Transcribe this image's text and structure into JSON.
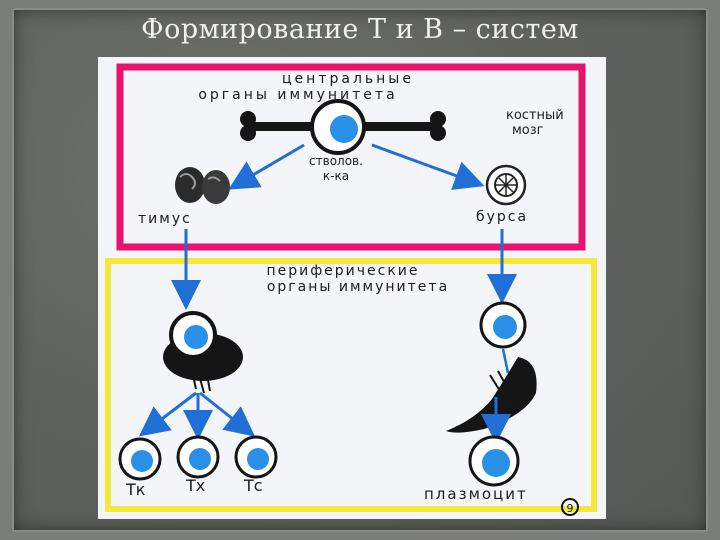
{
  "slide": {
    "title": "Формирование Т и В – систем"
  },
  "diagram": {
    "central": {
      "heading_line1": "центральные",
      "heading_line2": "органы иммунитета",
      "bone_marrow": [
        "костный",
        "мозг"
      ],
      "stem_cell": [
        "стволов.",
        "к-ка"
      ],
      "thymus": "тимус",
      "bursa": "бурса"
    },
    "peripheral": {
      "heading_line1": "периферические",
      "heading_line2": "органы иммунитета"
    },
    "t_cells": [
      "Тк",
      "Тх",
      "Тс"
    ],
    "plasma_cell": "плазмоцит",
    "page_number": "9"
  },
  "colors": {
    "central_border": "#e8136f",
    "peripheral_border": "#f4e93a",
    "arrow": "#1f6fd6",
    "nucleus": "#2a8fe6"
  }
}
